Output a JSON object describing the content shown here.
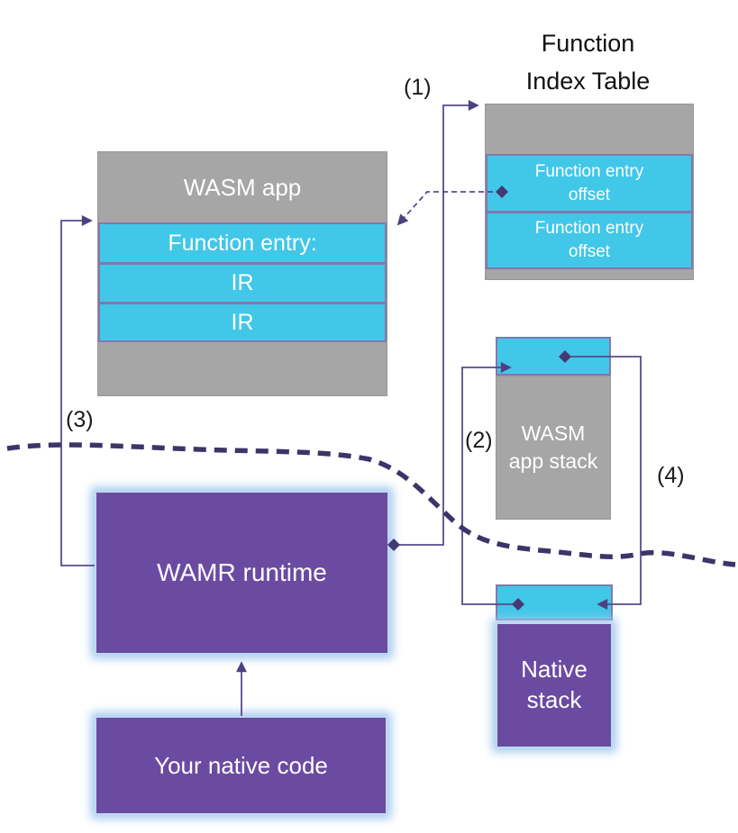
{
  "diagram": {
    "function_index_table": {
      "title": "Function\nIndex Table",
      "rows": [
        "Function entry\noffset",
        "Function entry\noffset"
      ]
    },
    "wasm_app": {
      "header": "WASM app",
      "rows": [
        "Function entry:",
        "IR",
        "IR"
      ]
    },
    "wasm_app_stack": {
      "label": "WASM\napp stack"
    },
    "wamr_runtime": {
      "label": "WAMR runtime"
    },
    "native_code": {
      "label": "Your native code"
    },
    "native_stack": {
      "label": "Native\nstack"
    },
    "step_labels": {
      "s1": "(1)",
      "s2": "(2)",
      "s3": "(3)",
      "s4": "(4)"
    },
    "colors": {
      "box_gray": "#a6a6a6",
      "box_cyan": "#41c7e8",
      "box_purple": "#6b4aa2",
      "connector_purple": "#5b4a8c",
      "divider_dark_purple": "#3f3468",
      "glow_blue": "#a3c9ee"
    }
  }
}
